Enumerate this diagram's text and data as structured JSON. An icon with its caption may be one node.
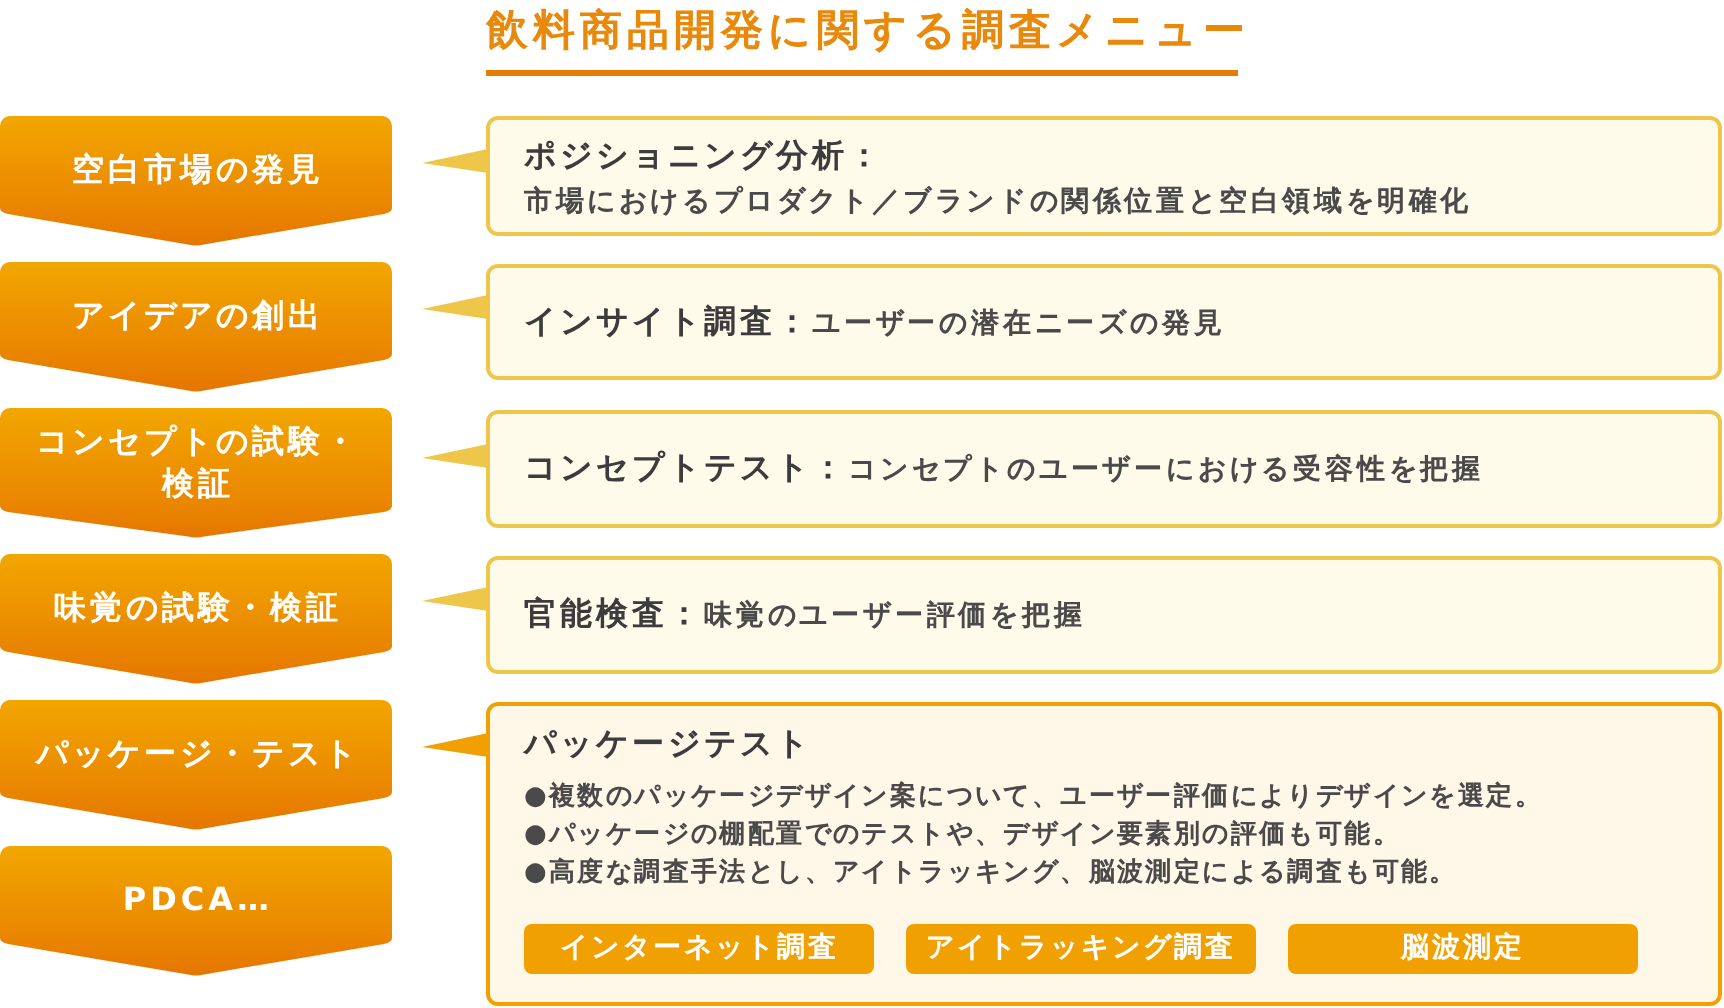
{
  "diagram": {
    "title": "飲料商品開発に関する調査メニュー",
    "nodes": [
      {
        "text": [
          "空白市場の発見"
        ]
      },
      {
        "text": [
          "アイデアの創出"
        ]
      },
      {
        "text": [
          "コンセプトの試験・検証"
        ]
      },
      {
        "text": [
          "味覚の試験・検証"
        ]
      },
      {
        "text": [
          "パッケージ・テスト"
        ]
      },
      {
        "text": [
          "PDCA…"
        ]
      },
      {
        "text": [
          "ポジショニング分析：",
          "市場におけるプロダクト／ブランドの関係位置と空白領域を明確化"
        ]
      },
      {
        "text": [
          "インサイト調査：",
          "ユーザーの潜在ニーズの発見"
        ]
      },
      {
        "text": [
          "コンセプトテスト：",
          "コンセプトのユーザーにおける受容性を把握"
        ]
      },
      {
        "text": [
          "官能検査：",
          "味覚のユーザー評価を把握"
        ]
      },
      {
        "text": [
          "パッケージテスト",
          "●複数のパッケージデザイン案について、ユーザー評価によりデザインを選定。",
          "●パッケージの棚配置でのテストや、デザイン要素別の評価も可能。",
          "●高度な調査手法とし、アイトラッキング、脳波測定による調査も可能。"
        ]
      },
      {
        "text": [
          "インターネット調査"
        ],
        "in": 10
      },
      {
        "text": [
          "アイトラッキング調査"
        ],
        "in": 10
      },
      {
        "text": [
          "脳波測定"
        ],
        "in": 10
      }
    ],
    "edges": [
      {
        "from": 0,
        "to": 1,
        "arrow": "to"
      },
      {
        "from": 1,
        "to": 2,
        "arrow": "to"
      },
      {
        "from": 2,
        "to": 3,
        "arrow": "to"
      },
      {
        "from": 3,
        "to": 4,
        "arrow": "to"
      },
      {
        "from": 4,
        "to": 5,
        "arrow": "to"
      },
      {
        "from": 5,
        "to": null,
        "arrow": "to"
      },
      {
        "from": 6,
        "to": 0,
        "arrow": "to",
        "color": "#eec64a"
      },
      {
        "from": 7,
        "to": 1,
        "arrow": "to",
        "color": "#eec64a"
      },
      {
        "from": 8,
        "to": 2,
        "arrow": "to",
        "color": "#eec64a"
      },
      {
        "from": 9,
        "to": 3,
        "arrow": "to",
        "color": "#eec64a"
      },
      {
        "from": 10,
        "to": 4,
        "arrow": "to"
      }
    ]
  }
}
